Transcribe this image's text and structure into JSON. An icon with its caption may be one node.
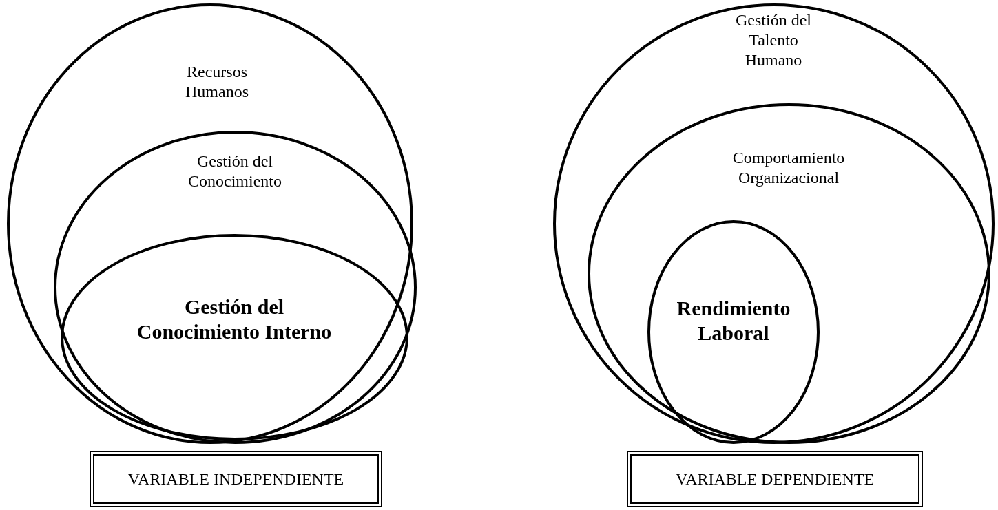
{
  "diagram": {
    "nodes": [
      {
        "text": [
          "Recursos Humanos"
        ]
      },
      {
        "text": [
          "Gestión del Conocimiento"
        ],
        "in": 0
      },
      {
        "text": [
          "Gestión del Conocimiento Interno"
        ],
        "in": 1
      },
      {
        "text": [
          "VARIABLE INDEPENDIENTE"
        ]
      },
      {
        "text": [
          "Gestión del Talento Humano"
        ]
      },
      {
        "text": [
          "Comportamiento Organizacional"
        ],
        "in": 4
      },
      {
        "text": [
          "Rendimiento Laboral"
        ],
        "in": 5
      },
      {
        "text": [
          "VARIABLE DEPENDIENTE"
        ]
      }
    ],
    "edges": []
  }
}
